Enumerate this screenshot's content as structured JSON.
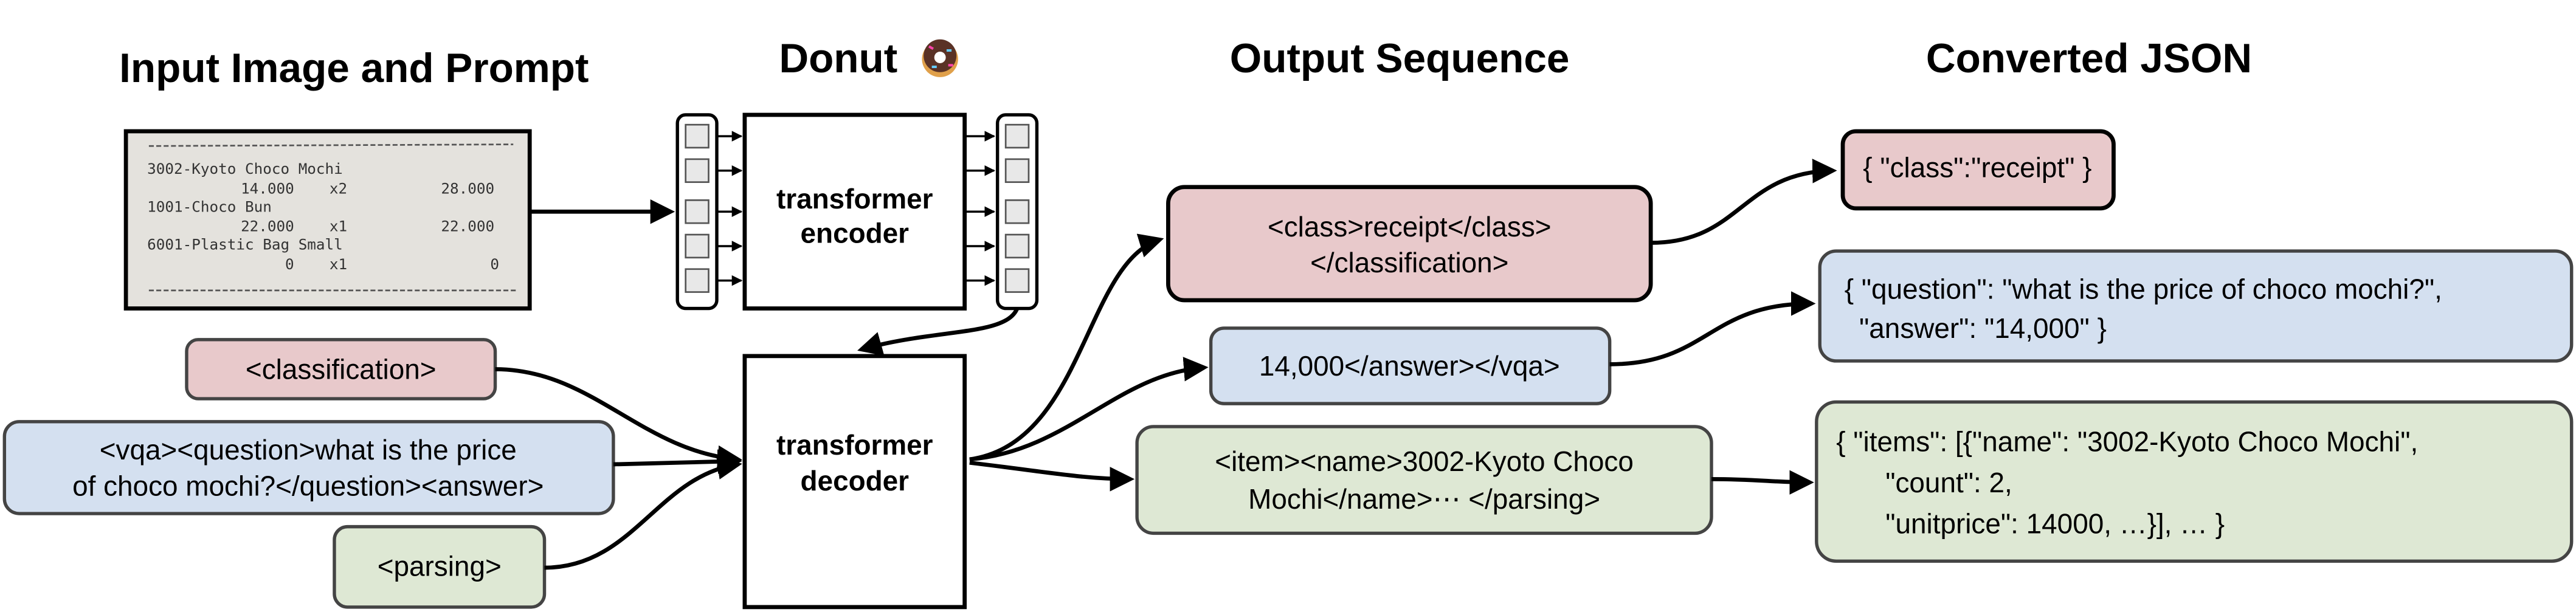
{
  "titles": {
    "input": "Input Image and Prompt",
    "model": "Donut",
    "model_icon": "donut-emoji",
    "output": "Output Sequence",
    "json": "Converted JSON"
  },
  "receipt": {
    "lines": [
      "3002-Kyoto Choco Mochi",
      "14.000",
      "x2",
      "28.000",
      "1001-Choco Bun",
      "22.000",
      "x1",
      "22.000",
      "6001-Plastic Bag Small",
      "0",
      "x1",
      "0"
    ]
  },
  "encoder": {
    "line1": "transformer",
    "line2": "encoder"
  },
  "decoder": {
    "line1": "transformer",
    "line2": "decoder"
  },
  "prompts": {
    "classification": "<classification>",
    "vqa_line1": "<vqa><question>what is the price",
    "vqa_line2": "of choco mochi?</question><answer>",
    "parsing": "<parsing>"
  },
  "outputs": {
    "class_line1": "<class>receipt</class>",
    "class_line2": "</classification>",
    "vqa": "14,000</answer></vqa>",
    "parse_line1": "<item><name>3002-Kyoto Choco",
    "parse_line2": "Mochi</name>⋯ </parsing>"
  },
  "json": {
    "class": "{ \"class\":\"receipt\" }",
    "vqa_line1": "{ \"question\": \"what is the price of choco mochi?\",",
    "vqa_line2": "\"answer\": \"14,000\" }",
    "items_line1": "{ \"items\": [{\"name\": \"3002-Kyoto Choco Mochi\",",
    "items_line2": "\"count\": 2,",
    "items_line3": "\"unitprice\": 14000, …}], … }"
  },
  "colors": {
    "classification": "#e8c9cb",
    "vqa": "#d4e0f0",
    "parsing": "#dee8d4",
    "receipt_bg": "#e4e2dd"
  }
}
